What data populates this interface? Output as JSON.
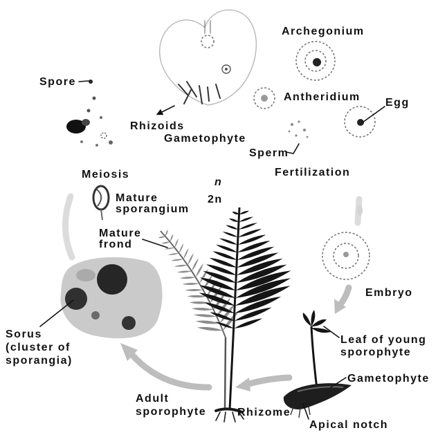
{
  "labels": {
    "archegonium": "Archegonium",
    "spore": "Spore",
    "antheridium": "Antheridium",
    "egg": "Egg",
    "rhizoids": "Rhizoids",
    "gametophyte_top": "Gametophyte",
    "sperm": "Sperm",
    "fertilization": "Fertilization",
    "meiosis": "Meiosis",
    "haploid": "n",
    "diploid": "2n",
    "mature_sporangium": [
      "Mature",
      "sporangium"
    ],
    "mature_frond": [
      "Mature",
      "frond"
    ],
    "embryo": "Embryo",
    "sorus": [
      "Sorus",
      "(cluster of",
      "sporangia)"
    ],
    "young_leaf": [
      "Leaf of young",
      "sporophyte"
    ],
    "gametophyte_bottom": "Gametophyte",
    "adult_sporophyte": [
      "Adult",
      "sporophyte"
    ],
    "rhizome": "Rhizome",
    "apical_notch": "Apical notch"
  },
  "colors": {
    "ink": "#111111",
    "cycle_arrow": "#bdbdbd",
    "frond_dark": "#151515",
    "frond_light": "#8c8c8c",
    "sorus_tissue": "#cacaca"
  }
}
